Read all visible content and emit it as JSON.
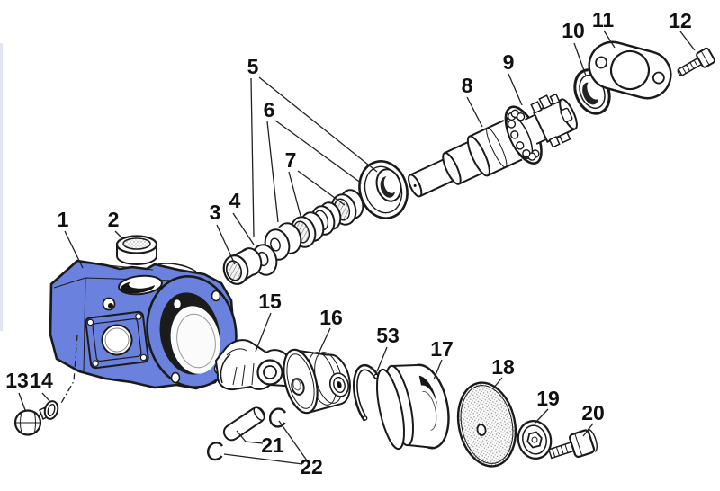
{
  "colors": {
    "highlight": "#6a82dd",
    "ink": "#1a1a1a",
    "background": "#ffffff"
  },
  "diagram": {
    "type": "exploded-parts-diagram",
    "highlighted_part_label": "1",
    "callouts": [
      {
        "label": "1"
      },
      {
        "label": "2"
      },
      {
        "label": "3"
      },
      {
        "label": "4"
      },
      {
        "label": "5"
      },
      {
        "label": "6"
      },
      {
        "label": "7"
      },
      {
        "label": "8"
      },
      {
        "label": "9"
      },
      {
        "label": "10"
      },
      {
        "label": "11"
      },
      {
        "label": "12"
      },
      {
        "label": "13"
      },
      {
        "label": "14"
      },
      {
        "label": "15"
      },
      {
        "label": "16"
      },
      {
        "label": "17"
      },
      {
        "label": "18"
      },
      {
        "label": "19"
      },
      {
        "label": "20"
      },
      {
        "label": "21"
      },
      {
        "label": "22"
      },
      {
        "label": "53"
      }
    ]
  }
}
